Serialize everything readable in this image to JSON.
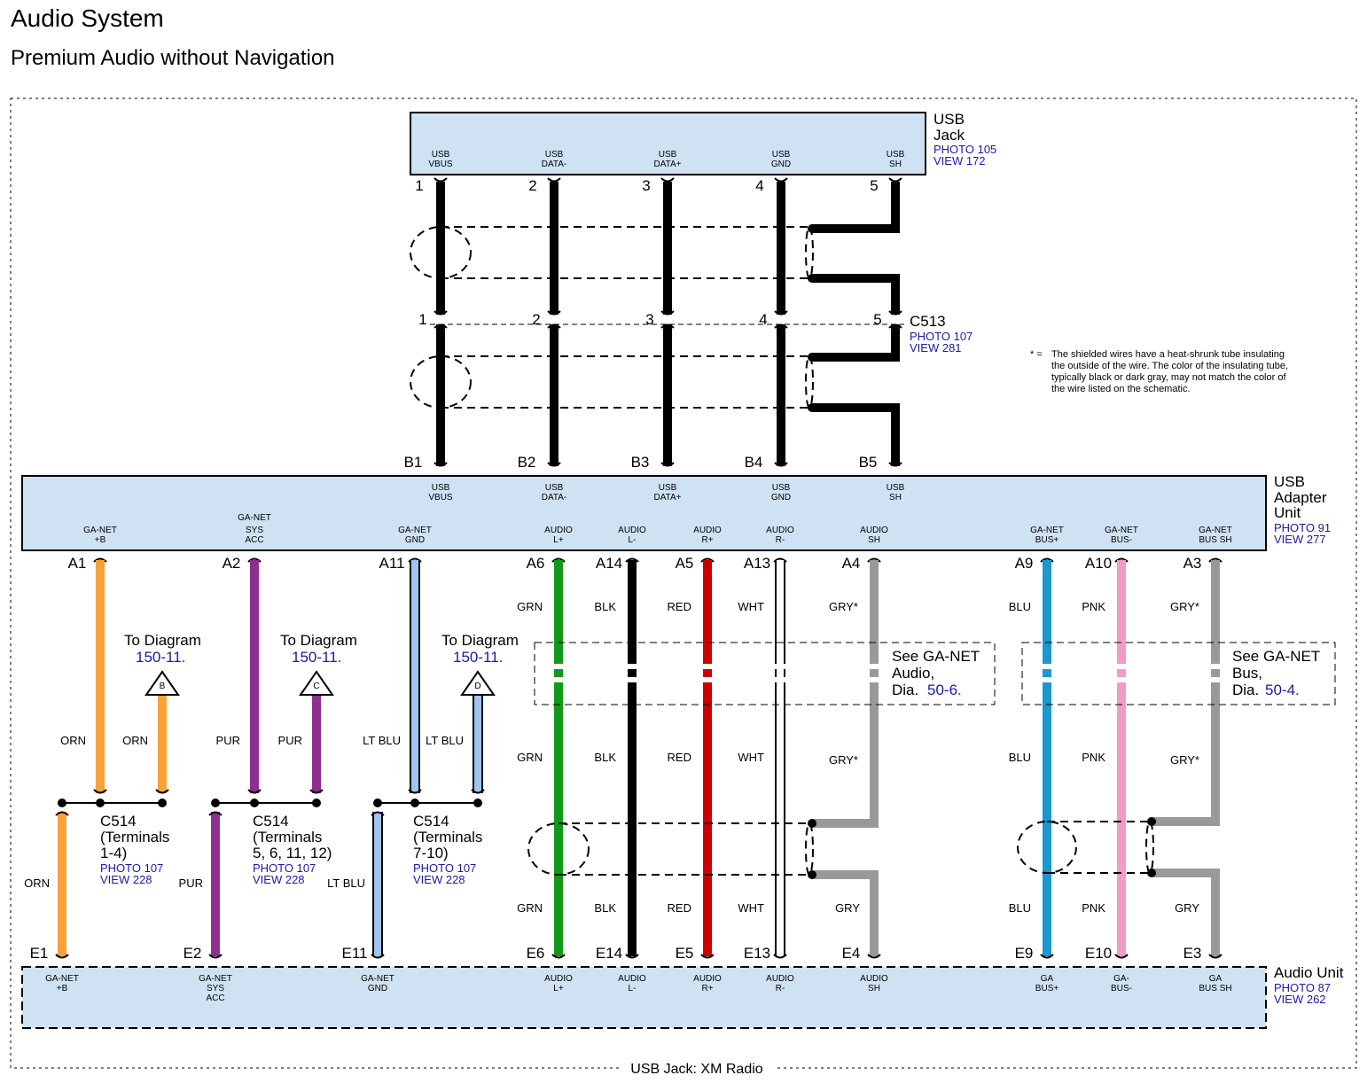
{
  "title": "Audio System",
  "subtitle": "Premium Audio without Navigation",
  "footer": "USB Jack: XM Radio",
  "colors": {
    "box_fill": "#cfe2f3",
    "orn": "#f7a13a",
    "pur": "#8e2f8e",
    "ltblu": "#9fc5ee",
    "grn": "#12991a",
    "blk": "#000000",
    "red": "#cc0000",
    "gry": "#999999",
    "blu": "#1a98cf",
    "pnk": "#f49ac8",
    "link": "#1a1aa6"
  },
  "usb_jack": {
    "name_line1": "USB",
    "name_line2": "Jack",
    "photo": "PHOTO 105",
    "view": "VIEW 172",
    "pins": [
      {
        "num": "1",
        "l1": "USB",
        "l2": "VBUS"
      },
      {
        "num": "2",
        "l1": "USB",
        "l2": "DATA-"
      },
      {
        "num": "3",
        "l1": "USB",
        "l2": "DATA+"
      },
      {
        "num": "4",
        "l1": "USB",
        "l2": "GND"
      },
      {
        "num": "5",
        "l1": "USB",
        "l2": "SH"
      }
    ]
  },
  "c513": {
    "name": "C513",
    "photo": "PHOTO 107",
    "view": "VIEW 281",
    "pins": [
      "1",
      "2",
      "3",
      "4",
      "5"
    ]
  },
  "note": {
    "star": "* =",
    "lines": [
      "The shielded wires have a heat-shrunk tube insulating",
      "the outside of the wire. The color of the insulating tube,",
      "typically black or dark gray, may not match the color of",
      "the wire listed on the schematic."
    ]
  },
  "usb_adapter": {
    "name_line1": "USB",
    "name_line2": "Adapter",
    "name_line3": "Unit",
    "photo": "PHOTO 91",
    "view": "VIEW 277",
    "top_pins": [
      {
        "num": "B1",
        "l1": "USB",
        "l2": "VBUS"
      },
      {
        "num": "B2",
        "l1": "USB",
        "l2": "DATA-"
      },
      {
        "num": "B3",
        "l1": "USB",
        "l2": "DATA+"
      },
      {
        "num": "B4",
        "l1": "USB",
        "l2": "GND"
      },
      {
        "num": "B5",
        "l1": "USB",
        "l2": "SH"
      }
    ],
    "bottom_pins": [
      {
        "num": "A1",
        "l1": "",
        "l2": "GA-NET",
        "l3": "+B"
      },
      {
        "num": "A2",
        "l1": "GA-NET",
        "l2": "SYS",
        "l3": "ACC"
      },
      {
        "num": "A11",
        "l1": "",
        "l2": "GA-NET",
        "l3": "GND"
      },
      {
        "num": "A6",
        "l1": "",
        "l2": "AUDIO",
        "l3": "L+"
      },
      {
        "num": "A14",
        "l1": "",
        "l2": "AUDIO",
        "l3": "L-"
      },
      {
        "num": "A5",
        "l1": "",
        "l2": "AUDIO",
        "l3": "R+"
      },
      {
        "num": "A13",
        "l1": "",
        "l2": "AUDIO",
        "l3": "R-"
      },
      {
        "num": "A4",
        "l1": "",
        "l2": "AUDIO",
        "l3": "SH"
      },
      {
        "num": "A9",
        "l1": "",
        "l2": "GA-NET",
        "l3": "BUS+"
      },
      {
        "num": "A10",
        "l1": "",
        "l2": "GA-NET",
        "l3": "BUS-"
      },
      {
        "num": "A3",
        "l1": "",
        "l2": "GA-NET",
        "l3": "BUS SH"
      }
    ]
  },
  "audio_unit": {
    "name": "Audio Unit",
    "photo": "PHOTO 87",
    "view": "VIEW 262",
    "pins": [
      {
        "num": "E1",
        "l1": "GA-NET",
        "l2": "+B",
        "l3": ""
      },
      {
        "num": "E2",
        "l1": "GA-NET",
        "l2": "SYS",
        "l3": "ACC"
      },
      {
        "num": "E11",
        "l1": "GA-NET",
        "l2": "GND",
        "l3": ""
      },
      {
        "num": "E6",
        "l1": "AUDIO",
        "l2": "L+",
        "l3": ""
      },
      {
        "num": "E14",
        "l1": "AUDIO",
        "l2": "L-",
        "l3": ""
      },
      {
        "num": "E5",
        "l1": "AUDIO",
        "l2": "R+",
        "l3": ""
      },
      {
        "num": "E13",
        "l1": "AUDIO",
        "l2": "R-",
        "l3": ""
      },
      {
        "num": "E4",
        "l1": "AUDIO",
        "l2": "SH",
        "l3": ""
      },
      {
        "num": "E9",
        "l1": "GA",
        "l2": "BUS+",
        "l3": ""
      },
      {
        "num": "E10",
        "l1": "GA-",
        "l2": "BUS-",
        "l3": ""
      },
      {
        "num": "E3",
        "l1": "GA",
        "l2": "BUS SH",
        "l3": ""
      }
    ]
  },
  "c514": [
    {
      "name": "C514",
      "t1": "(Terminals",
      "t2": "1-4)",
      "photo": "PHOTO 107",
      "view": "VIEW 228",
      "diag_to": "To Diagram",
      "diag_num": "150-11.",
      "flag": "B",
      "wire_up": "ORN",
      "wire_branch": "ORN",
      "wire_down": "ORN"
    },
    {
      "name": "C514",
      "t1": "(Terminals",
      "t2": "5, 6, 11, 12)",
      "photo": "PHOTO 107",
      "view": "VIEW 228",
      "diag_to": "To Diagram",
      "diag_num": "150-11.",
      "flag": "C",
      "wire_up": "PUR",
      "wire_branch": "PUR",
      "wire_down": "PUR"
    },
    {
      "name": "C514",
      "t1": "(Terminals",
      "t2": "7-10)",
      "photo": "PHOTO 107",
      "view": "VIEW 228",
      "diag_to": "To Diagram",
      "diag_num": "150-11.",
      "flag": "D",
      "wire_up": "LT BLU",
      "wire_branch": "LT BLU",
      "wire_down": "LT BLU"
    }
  ],
  "audio_wires": [
    {
      "top": "GRN",
      "mid": "GRN",
      "bot": "GRN"
    },
    {
      "top": "BLK",
      "mid": "BLK",
      "bot": "BLK"
    },
    {
      "top": "RED",
      "mid": "RED",
      "bot": "RED"
    },
    {
      "top": "WHT",
      "mid": "WHT",
      "bot": "WHT"
    },
    {
      "top": "GRY*",
      "mid": "GRY*",
      "bot": "GRY"
    }
  ],
  "bus_wires": [
    {
      "top": "BLU",
      "mid": "BLU",
      "bot": "BLU"
    },
    {
      "top": "PNK",
      "mid": "PNK",
      "bot": "PNK"
    },
    {
      "top": "GRY*",
      "mid": "GRY*",
      "bot": "GRY"
    }
  ],
  "see_audio": {
    "l1": "See GA-NET",
    "l2": "Audio,",
    "dia": "Dia.",
    "num": "50-6."
  },
  "see_bus": {
    "l1": "See GA-NET",
    "l2": "Bus,",
    "dia": "Dia.",
    "num": "50-4."
  }
}
